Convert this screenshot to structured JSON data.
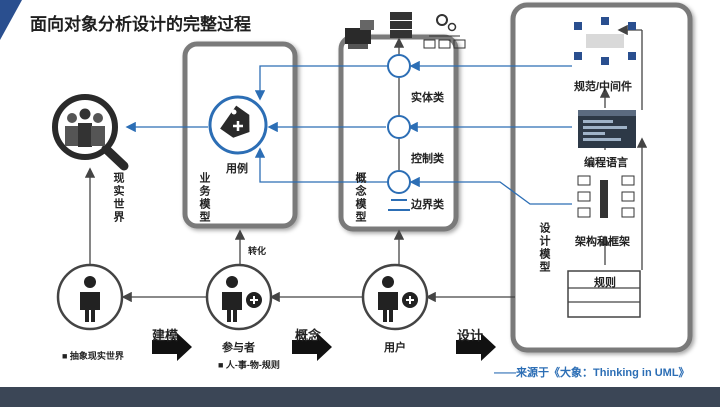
{
  "title": "面向对象分析设计的完整过程",
  "source": "——来源于《大象：Thinking in UML》",
  "colors": {
    "accent": "#2c6eb5",
    "dark": "#3b4656",
    "line": "#555555"
  },
  "boxes": {
    "business": "业务模型",
    "concept": "概念模型",
    "design": "设计模型",
    "reality": "现实世界"
  },
  "labels": {
    "use_case": "用例",
    "entity": "实体类",
    "control": "控制类",
    "boundary": "边界类",
    "spec": "规范/中间件",
    "code": "编程语言",
    "arch": "架构和框架",
    "rules": "规则",
    "transform": "转化",
    "participant": "参与者",
    "participant_note": "■ 人-事-物-规则",
    "user": "用户",
    "abstract_world": "■ 抽象现实世界"
  },
  "arrows": {
    "model": "建模",
    "concept": "概念",
    "design": "设计"
  },
  "icons": [
    "magnifier-people-icon",
    "tag-plus-icon",
    "person-icon",
    "person-plus-icon",
    "computer-devices-icon",
    "server-icon",
    "network-icon",
    "gear-icon",
    "code-window-icon",
    "middleware-icon"
  ]
}
